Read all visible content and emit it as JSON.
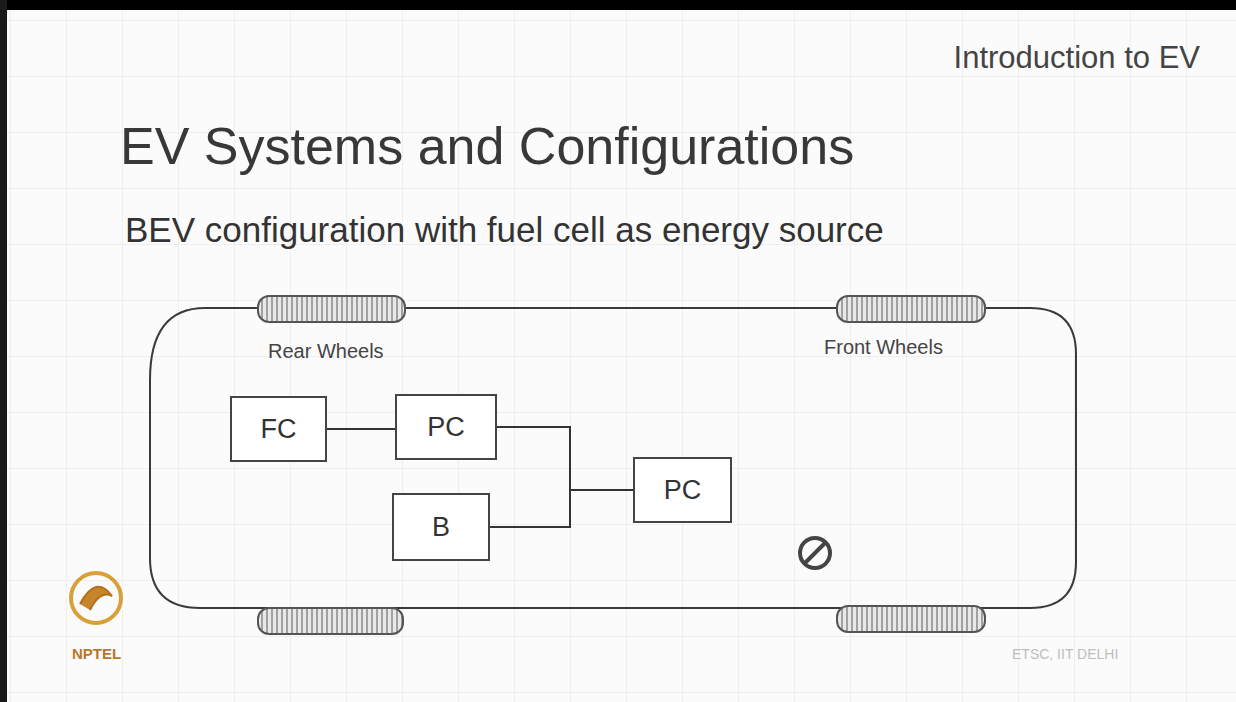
{
  "diagram": {
    "title": "EV Systems and Configurations",
    "nodes": [
      {
        "text": [
          "FC"
        ]
      },
      {
        "text": [
          "PC"
        ]
      },
      {
        "text": [
          "B"
        ]
      },
      {
        "text": [
          "PC"
        ]
      }
    ],
    "edges": [
      {
        "from": 0,
        "to": 1,
        "arrow": "none"
      },
      {
        "from": 1,
        "to": 3,
        "arrow": "none"
      },
      {
        "from": 2,
        "to": 3,
        "arrow": "none"
      }
    ],
    "labels": [
      "Introduction to EV",
      "BEV configuration with fuel cell as energy source",
      "Rear Wheels",
      "Front Wheels",
      "NPTEL",
      "ETSC, IIT DELHI"
    ]
  }
}
